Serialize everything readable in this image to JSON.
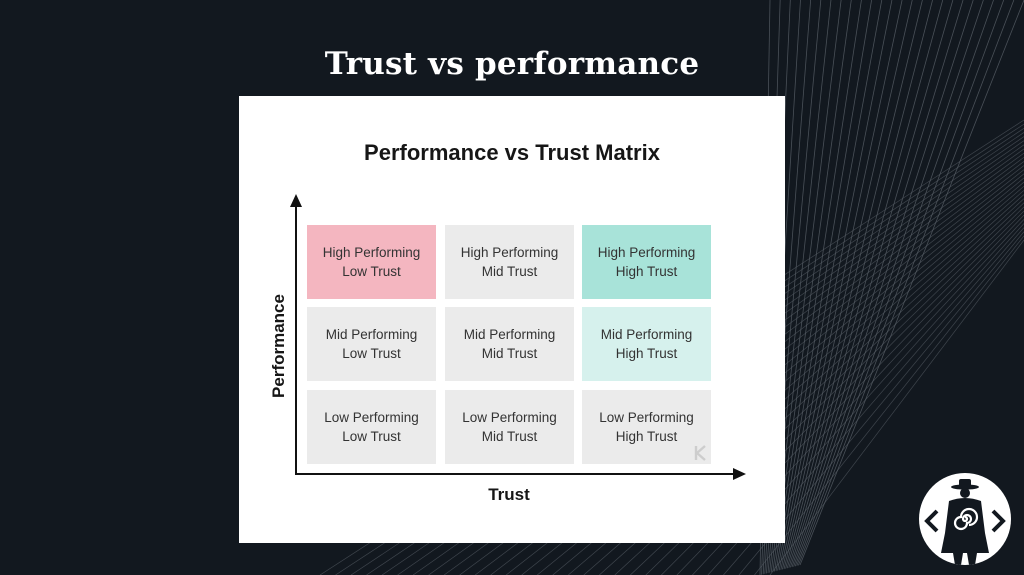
{
  "slide": {
    "title": "Trust vs performance",
    "background_color": "#12181f"
  },
  "matrix": {
    "title": "Performance vs Trust Matrix",
    "y_axis_label": "Performance",
    "x_axis_label": "Trust",
    "rows": [
      "High Performing",
      "Mid Performing",
      "Low Performing"
    ],
    "columns": [
      "Low Trust",
      "Mid Trust",
      "High Trust"
    ],
    "cells": [
      {
        "line1": "High Performing",
        "line2": "Low Trust",
        "color": "#f4b6c0"
      },
      {
        "line1": "High Performing",
        "line2": "Mid Trust",
        "color": "#ebebeb"
      },
      {
        "line1": "High Performing",
        "line2": "High Trust",
        "color": "#a8e3d9"
      },
      {
        "line1": "Mid Performing",
        "line2": "Low Trust",
        "color": "#ebebeb"
      },
      {
        "line1": "Mid Performing",
        "line2": "Mid Trust",
        "color": "#ebebeb"
      },
      {
        "line1": "Mid Performing",
        "line2": "High Trust",
        "color": "#d6f1ed"
      },
      {
        "line1": "Low Performing",
        "line2": "Low Trust",
        "color": "#ebebeb"
      },
      {
        "line1": "Low Performing",
        "line2": "Mid Trust",
        "color": "#ebebeb"
      },
      {
        "line1": "Low Performing",
        "line2": "High Trust",
        "color": "#ebebeb"
      }
    ]
  },
  "icons": {
    "logo": "hat-man-spiral-logo-icon",
    "watermark": "watermark-icon"
  }
}
